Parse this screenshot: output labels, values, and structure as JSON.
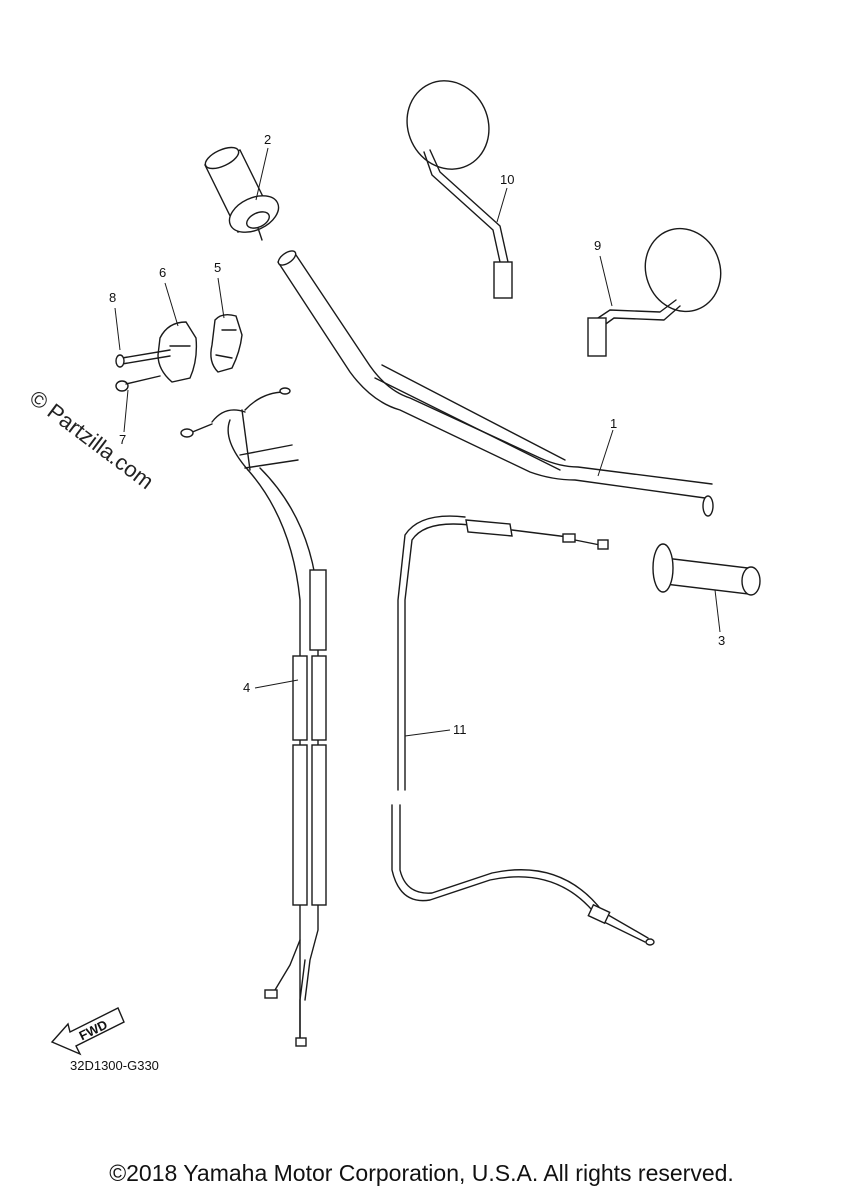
{
  "diagram": {
    "callouts": [
      {
        "id": "1",
        "label": "1"
      },
      {
        "id": "2",
        "label": "2"
      },
      {
        "id": "3",
        "label": "3"
      },
      {
        "id": "4",
        "label": "4"
      },
      {
        "id": "5",
        "label": "5"
      },
      {
        "id": "6",
        "label": "6"
      },
      {
        "id": "7",
        "label": "7"
      },
      {
        "id": "8",
        "label": "8"
      },
      {
        "id": "9",
        "label": "9"
      },
      {
        "id": "10",
        "label": "10"
      },
      {
        "id": "11",
        "label": "11"
      }
    ],
    "fwd_label": "FWD",
    "diagram_code": "32D1300-G330",
    "watermark": "© Partzilla.com"
  },
  "footer": {
    "copyright": "©2018 Yamaha Motor Corporation, U.S.A. All rights reserved."
  }
}
